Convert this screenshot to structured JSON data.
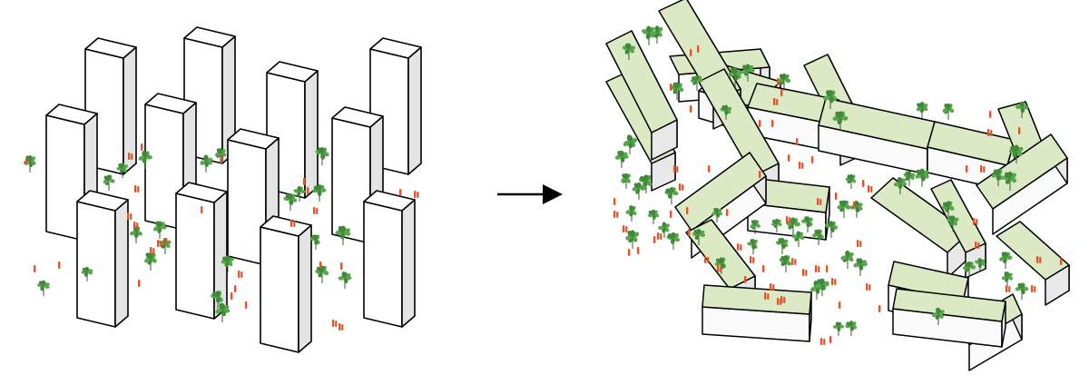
{
  "diagram": {
    "before": {
      "type": "point-tower-block-layout",
      "tower_count": 12,
      "tower_color": "#ffffff",
      "tower_side_color": "#e4e4e4"
    },
    "transition": {
      "icon": "arrow-right-icon"
    },
    "after": {
      "type": "interlocking-green-roof-bar-layout",
      "roof_color": "#dbe9c4",
      "facade_color": "#fafafa"
    },
    "colors": {
      "tree": "#3f8a38",
      "tree_light": "#5aa64e",
      "people": "#e0542a",
      "outline": "#000000"
    }
  }
}
